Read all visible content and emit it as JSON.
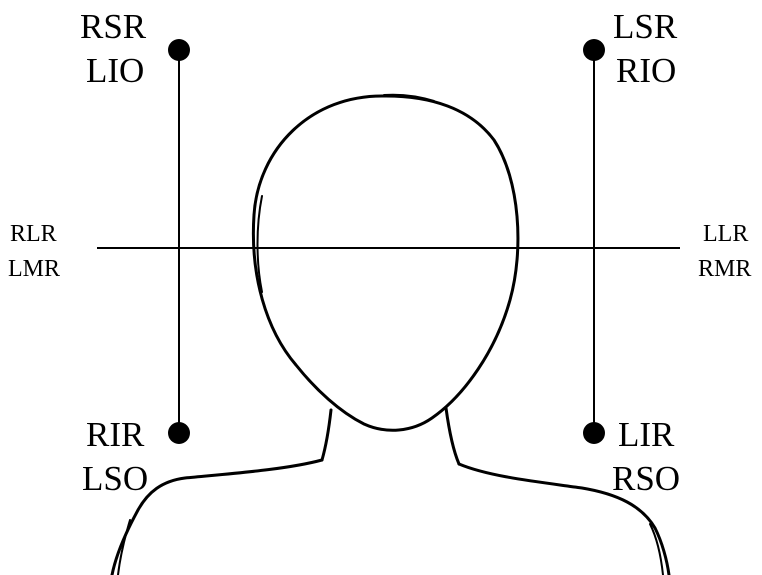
{
  "labels": {
    "top_left_1": "RSR",
    "top_left_2": "LIO",
    "top_right_1": "LSR",
    "top_right_2": "RIO",
    "bottom_left_1": "RIR",
    "bottom_left_2": "LSO",
    "bottom_right_1": "LIR",
    "bottom_right_2": "RSO",
    "mid_left_1": "RLR",
    "mid_left_2": "LMR",
    "mid_right_1": "LLR",
    "mid_right_2": "RMR"
  },
  "colors": {
    "ink": "#000000",
    "background": "#ffffff"
  }
}
